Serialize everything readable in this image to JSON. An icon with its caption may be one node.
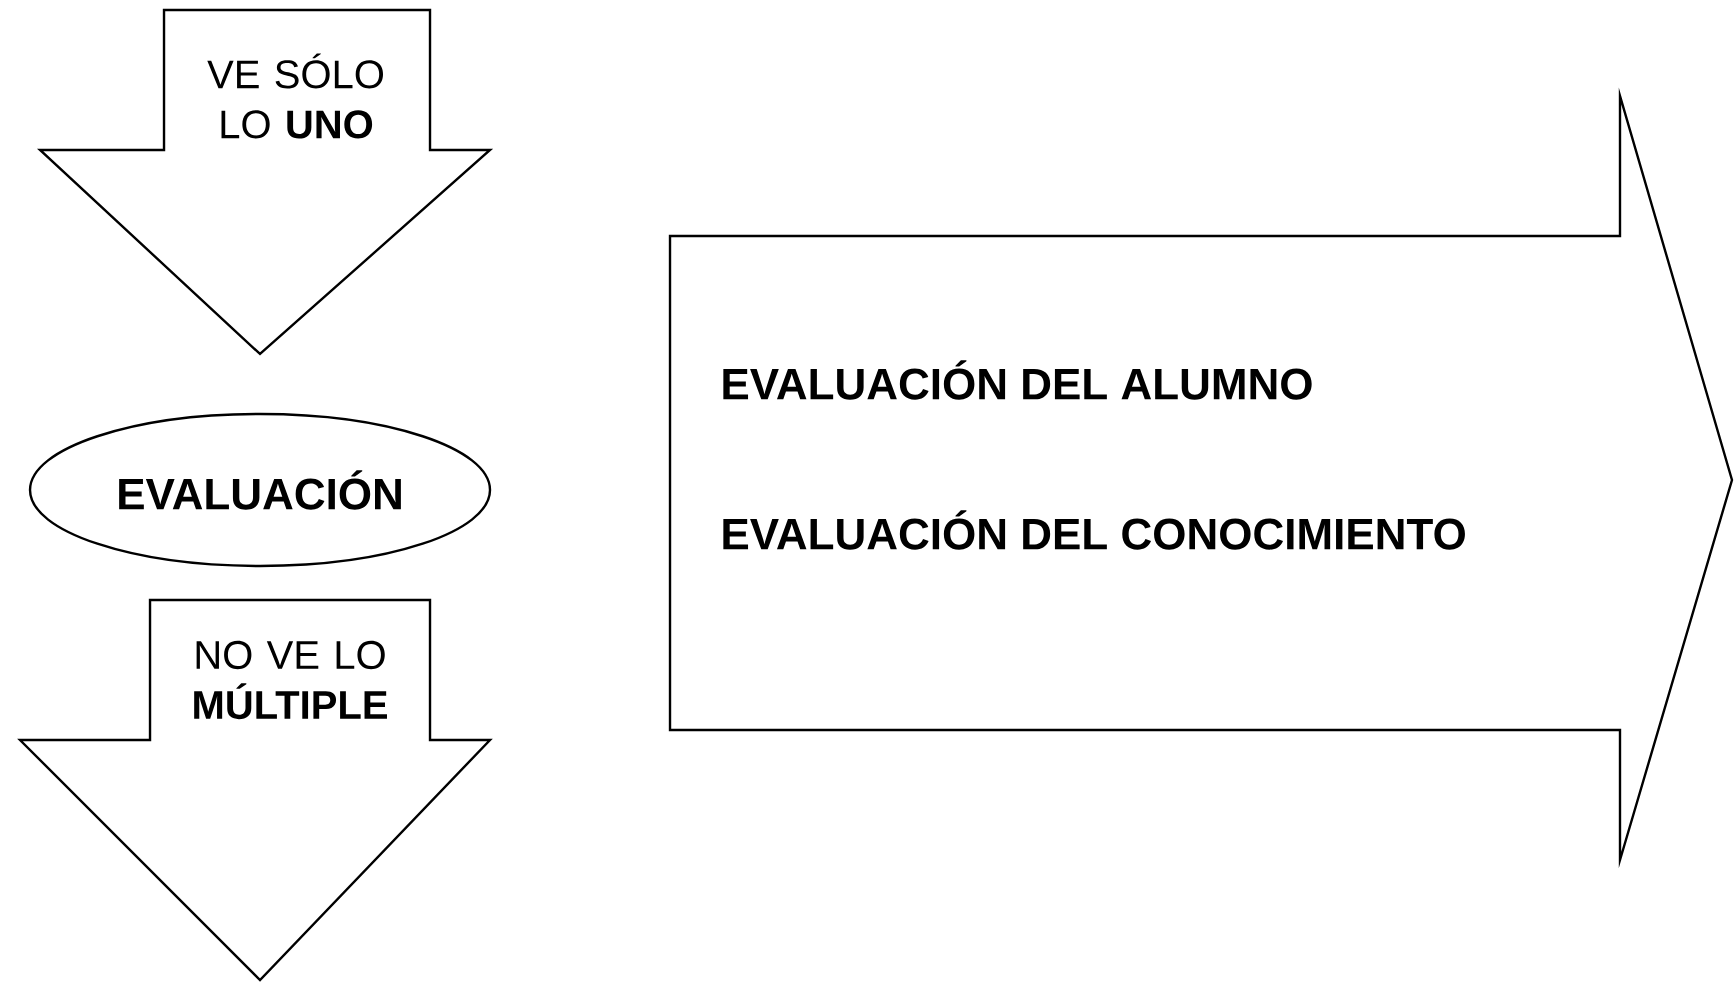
{
  "diagram": {
    "nodes": [
      {
        "text": [
          "VE SÓLO LO **UNO**"
        ]
      },
      {
        "text": [
          "EVALUACIÓN"
        ]
      },
      {
        "text": [
          "NO VE LO **MÚLTIPLE**"
        ]
      },
      {
        "text": [
          "EVALUACIÓN DEL ALUMNO",
          "EVALUACIÓN DEL CONOCIMIENTO"
        ]
      }
    ]
  }
}
